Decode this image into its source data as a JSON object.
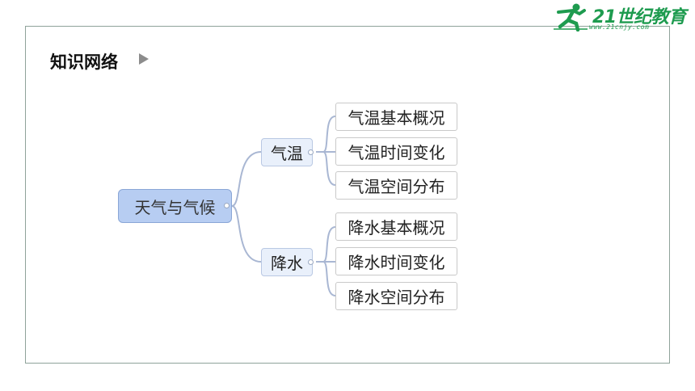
{
  "header": {
    "logo_text": "21世纪教育",
    "logo_url": "www.21cnjy.com",
    "section_title": "知识网络"
  },
  "mindmap": {
    "root": "天气与气候",
    "branches": [
      {
        "label": "气温",
        "children": [
          "气温基本概况",
          "气温时间变化",
          "气温空间分布"
        ]
      },
      {
        "label": "降水",
        "children": [
          "降水基本概况",
          "降水时间变化",
          "降水空间分布"
        ]
      }
    ]
  },
  "colors": {
    "logo_green": "#1e9b4f",
    "root_fill": "#b7cdf2",
    "branch_fill": "#e9f0fb",
    "link_stroke": "#a9b7d3"
  }
}
